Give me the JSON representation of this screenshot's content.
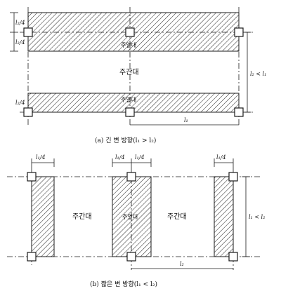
{
  "colors": {
    "ink": "#1a1a1a",
    "hatch": "#333333",
    "paper": "#ffffff"
  },
  "panel_a": {
    "caption": "(a) 긴 변 방향(l₁ > l₂)",
    "column_strip_label": "주열대",
    "middle_strip_label": "주간대",
    "quarter_width_label": "l₂/4",
    "span_ratio_label": "l₂ < l₁",
    "span_label": "l₁"
  },
  "panel_b": {
    "caption": "(b) 짧은 변 방향(l₁ < l₂)",
    "column_strip_label": "주열대",
    "middle_strip_label": "주간대",
    "quarter_width_label": "l₁/4",
    "span_ratio_label": "l₁ < l₂",
    "span_label": "l₂"
  }
}
